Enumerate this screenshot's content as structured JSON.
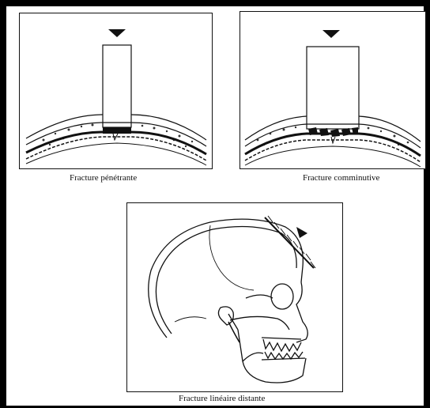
{
  "figures": {
    "penetrating": {
      "caption": "Fracture pénétrante"
    },
    "comminuted": {
      "caption": "Fracture comminutive"
    },
    "distant_linear": {
      "caption": "Fracture linéaire distante"
    }
  },
  "colors": {
    "ink": "#111111",
    "paper": "#ffffff",
    "frame": "#000000"
  }
}
